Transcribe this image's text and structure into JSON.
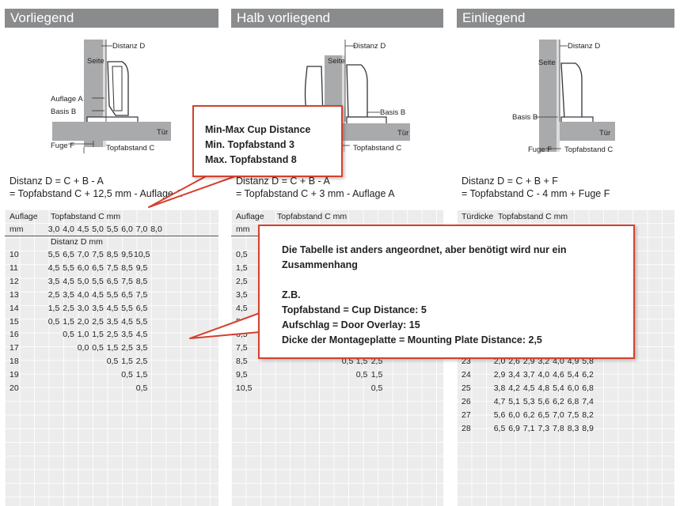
{
  "sections": [
    {
      "title": "Vorliegend",
      "diagram_labels": {
        "distanz": "Distanz D",
        "seite": "Seite",
        "auflage": "Auflage A",
        "basis": "Basis B",
        "tuer": "Tür",
        "fuge": "Fuge F",
        "topfabstand": "Topfabstand C"
      },
      "formula_line1": "Distanz D = C + B - A",
      "formula_line2": "= Topfabstand C + 12,5 mm - Auflage A",
      "table": {
        "col1_header": "Auflage",
        "col1_unit": "mm",
        "col2_header": "Topfabstand C mm",
        "sub_header": "Distanz D mm",
        "columns": [
          "3,0",
          "4,0",
          "4,5",
          "5,0",
          "5,5",
          "6,0",
          "7,0",
          "8,0"
        ],
        "rows": [
          {
            "label": "10",
            "values": [
              "5,5",
              "6,5",
              "7,0",
              "7,5",
              "8,5",
              "9,5",
              "10,5",
              ""
            ]
          },
          {
            "label": "11",
            "values": [
              "4,5",
              "5,5",
              "6,0",
              "6,5",
              "7,5",
              "8,5",
              "9,5",
              ""
            ]
          },
          {
            "label": "12",
            "values": [
              "3,5",
              "4,5",
              "5,0",
              "5,5",
              "6,5",
              "7,5",
              "8,5",
              ""
            ]
          },
          {
            "label": "13",
            "values": [
              "2,5",
              "3,5",
              "4,0",
              "4,5",
              "5,5",
              "6,5",
              "7,5",
              ""
            ]
          },
          {
            "label": "14",
            "values": [
              "1,5",
              "2,5",
              "3,0",
              "3,5",
              "4,5",
              "5,5",
              "6,5",
              ""
            ]
          },
          {
            "label": "15",
            "values": [
              "0,5",
              "1,5",
              "2,0",
              "2,5",
              "3,5",
              "4,5",
              "5,5",
              ""
            ]
          },
          {
            "label": "16",
            "values": [
              "",
              "0,5",
              "1,0",
              "1,5",
              "2,5",
              "3,5",
              "4,5",
              ""
            ]
          },
          {
            "label": "17",
            "values": [
              "",
              "",
              "0,0",
              "0,5",
              "1,5",
              "2,5",
              "3,5",
              ""
            ]
          },
          {
            "label": "18",
            "values": [
              "",
              "",
              "",
              "",
              "0,5",
              "1,5",
              "2,5",
              ""
            ]
          },
          {
            "label": "19",
            "values": [
              "",
              "",
              "",
              "",
              "",
              "0,5",
              "1,5",
              ""
            ]
          },
          {
            "label": "20",
            "values": [
              "",
              "",
              "",
              "",
              "",
              "",
              "0,5",
              ""
            ]
          }
        ]
      }
    },
    {
      "title": "Halb vorliegend",
      "diagram_labels": {
        "distanz": "Distanz D",
        "seite": "Seite",
        "basis": "Basis B",
        "tuer": "Tür",
        "topfabstand": "Topfabstand C"
      },
      "formula_line1": "Distanz D = C + B - A",
      "formula_line2": "= Topfabstand C + 3 mm - Auflage A",
      "table": {
        "col1_header": "Auflage",
        "col1_unit": "mm",
        "col2_header": "Topfabstand C mm",
        "row_labels": [
          "0,5",
          "1,5",
          "2,5",
          "3,5",
          "4,5",
          "5,5",
          "6,5",
          "7,5",
          "8,5",
          "9,5",
          "10,5"
        ],
        "visible_rows": [
          {
            "row": 8,
            "values": [
              "0,5",
              "1,5",
              "2,5"
            ]
          },
          {
            "row": 9,
            "values": [
              "0,5",
              "1,5"
            ]
          },
          {
            "row": 10,
            "values": [
              "0,5"
            ]
          }
        ]
      }
    },
    {
      "title": "Einliegend",
      "diagram_labels": {
        "distanz": "Distanz D",
        "seite": "Seite",
        "basis": "Basis B",
        "tuer": "Tür",
        "fuge": "Fuge F",
        "topfabstand": "Topfabstand C"
      },
      "formula_line1": "Distanz D = C + B + F",
      "formula_line2": "= Topfabstand C - 4 mm + Fuge F",
      "table": {
        "col1_header": "Türdicke",
        "col2_header": "Topfabstand C mm",
        "rows": [
          {
            "label": "23",
            "values": [
              "2,0",
              "2,6",
              "2,9",
              "3,2",
              "4,0",
              "4,9",
              "5,8"
            ]
          },
          {
            "label": "24",
            "values": [
              "2,9",
              "3,4",
              "3,7",
              "4,0",
              "4,6",
              "5,4",
              "6,2"
            ]
          },
          {
            "label": "25",
            "values": [
              "3,8",
              "4,2",
              "4,5",
              "4,8",
              "5,4",
              "6,0",
              "6,8"
            ]
          },
          {
            "label": "26",
            "values": [
              "4,7",
              "5,1",
              "5,3",
              "5,6",
              "6,2",
              "6,8",
              "7,4"
            ]
          },
          {
            "label": "27",
            "values": [
              "5,6",
              "6,0",
              "6,2",
              "6,5",
              "7,0",
              "7,5",
              "8,2"
            ]
          },
          {
            "label": "28",
            "values": [
              "6,5",
              "6,9",
              "7,1",
              "7,3",
              "7,8",
              "8,3",
              "8,9"
            ]
          }
        ]
      }
    }
  ],
  "callout_small": {
    "lines": [
      "Min-Max Cup Distance",
      "Min. Topfabstand 3",
      "Max. Topfabstand 8"
    ]
  },
  "callout_large": {
    "lines": [
      "Die Tabelle ist anders angeordnet, aber benötigt wird nur ein",
      "Zusammenhang",
      "",
      "Z.B.",
      "Topfabstand = Cup Distance: 5",
      "Aufschlag = Door Overlay: 15",
      "Dicke der Montageplatte = Mounting Plate Distance: 2,5"
    ]
  },
  "colors": {
    "header_bg": "#8a8b8d",
    "callout_border": "#d6402d",
    "table_bg": "#ececed"
  }
}
